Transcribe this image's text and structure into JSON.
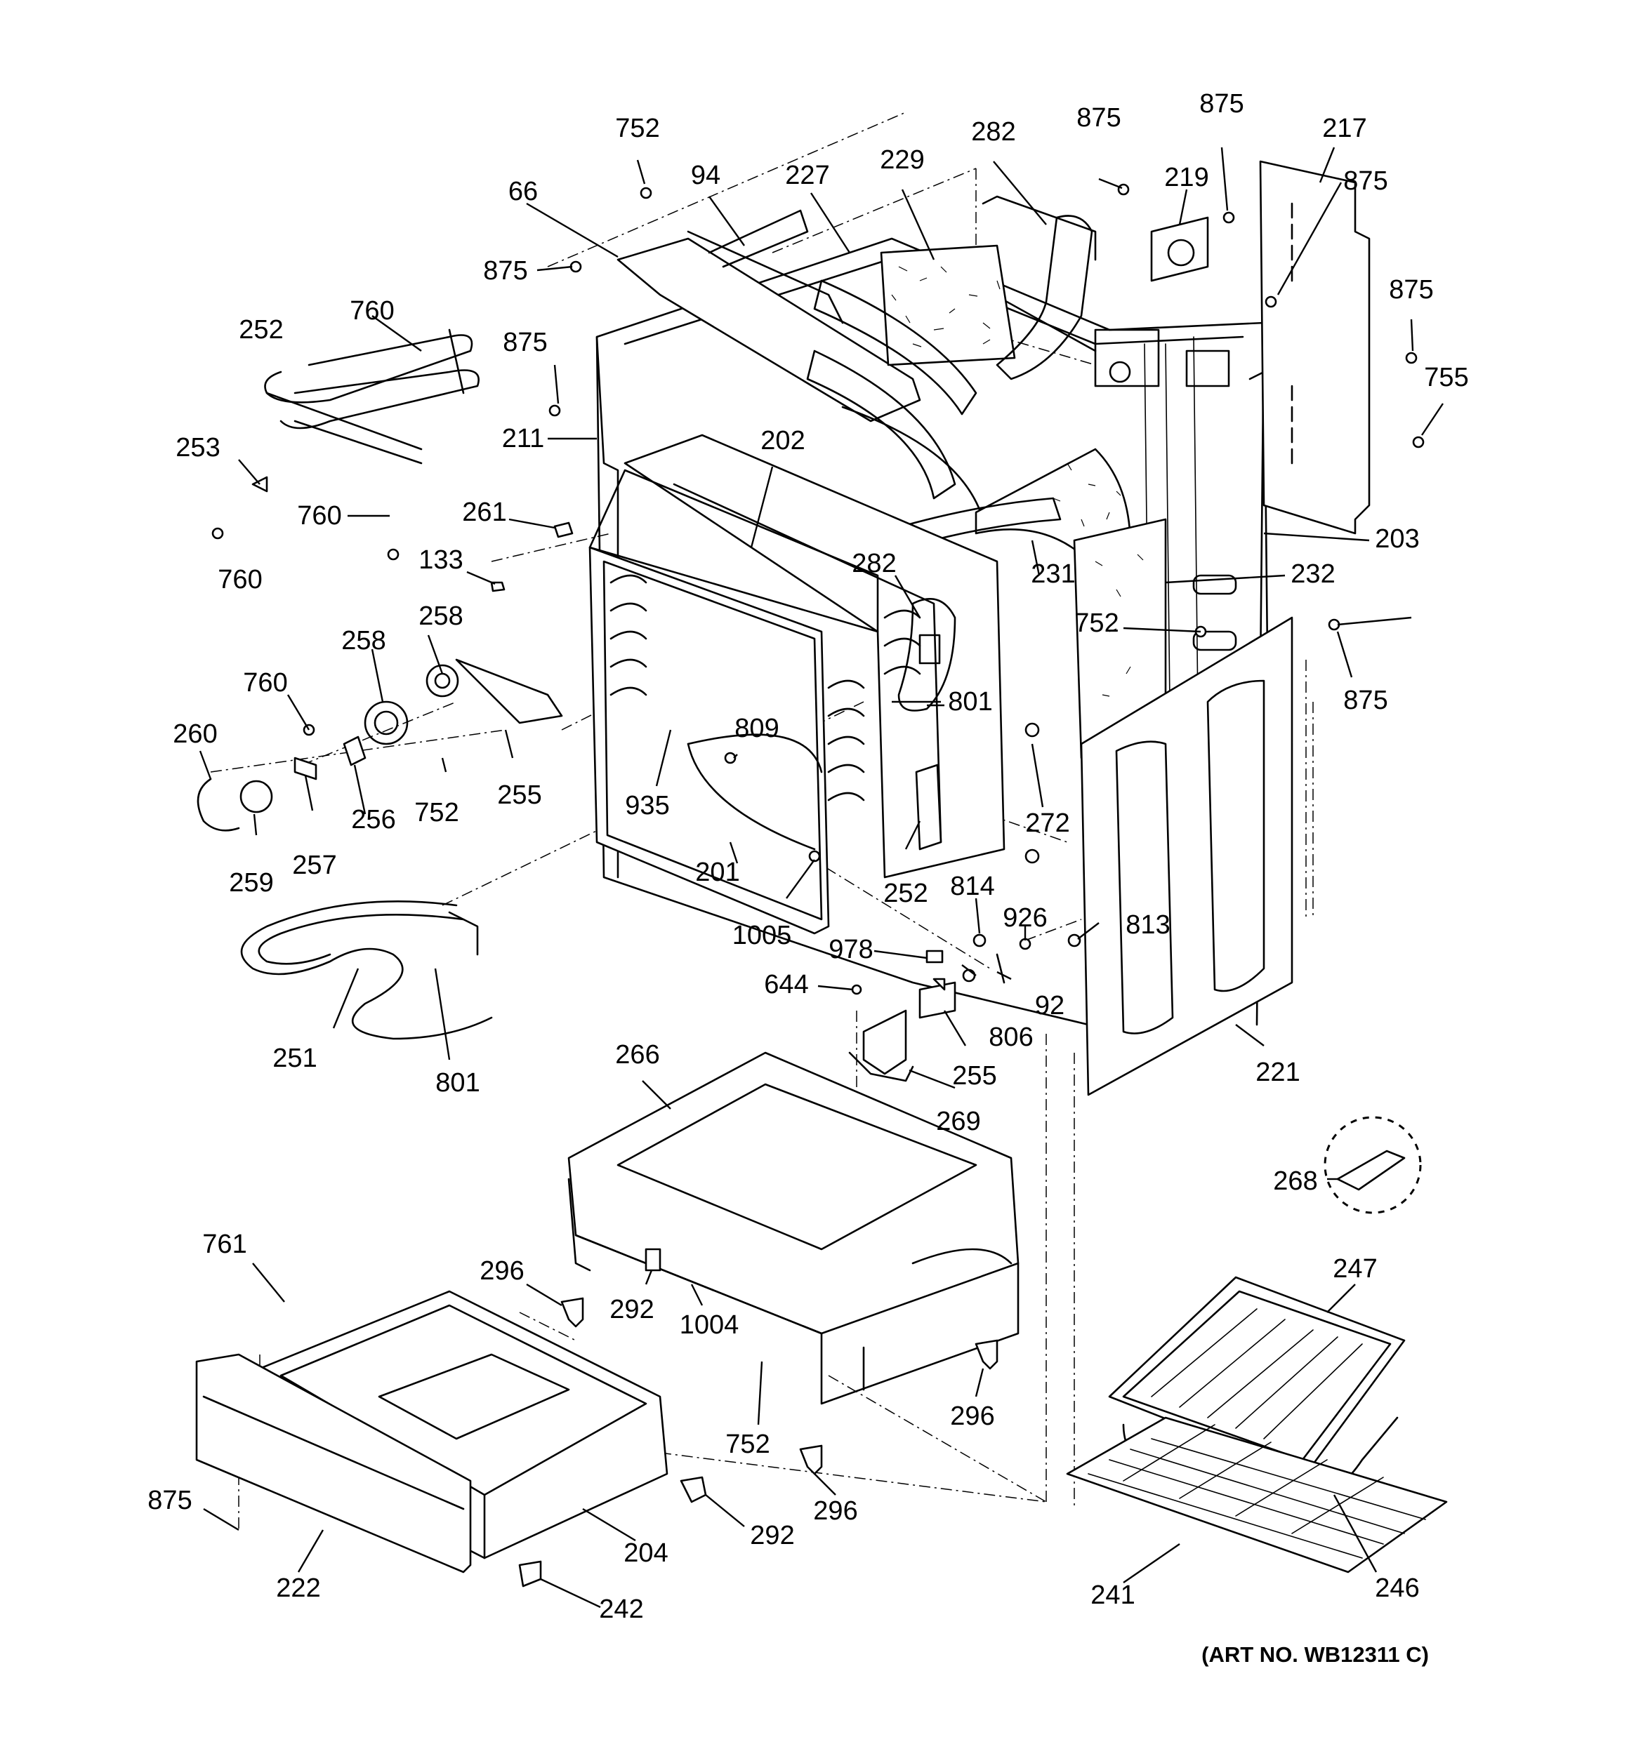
{
  "art_number": "(ART NO. WB12311 C)",
  "callouts": {
    "c752_top": "752",
    "c66": "66",
    "c94": "94",
    "c227": "227",
    "c229": "229",
    "c282_top": "282",
    "c875_a": "875",
    "c875_b": "875",
    "c219": "219",
    "c217": "217",
    "c875_c": "875",
    "c875_d": "875",
    "c755": "755",
    "c875_e": "875",
    "c760_a": "760",
    "c252_top": "252",
    "c875_f": "875",
    "c211": "211",
    "c253": "253",
    "c202": "202",
    "c760_b": "760",
    "c261": "261",
    "c760_c": "760",
    "c133": "133",
    "c231": "231",
    "c203": "203",
    "c232": "232",
    "c282_mid": "282",
    "c258_a": "258",
    "c258_b": "258",
    "c752_mid": "752",
    "c875_g": "875",
    "c760_d": "760",
    "c809": "809",
    "c801_a": "801",
    "c260": "260",
    "c255_a": "255",
    "c256": "256",
    "c752_left": "752",
    "c935": "935",
    "c272": "272",
    "c259": "259",
    "c257": "257",
    "c201": "201",
    "c252_mid": "252",
    "c814": "814",
    "c926": "926",
    "c813": "813",
    "c1005": "1005",
    "c978": "978",
    "c644": "644",
    "c92": "92",
    "c806": "806",
    "c251": "251",
    "c801_b": "801",
    "c255_b": "255",
    "c266": "266",
    "c221": "221",
    "c269": "269",
    "c268": "268",
    "c761": "761",
    "c296_a": "296",
    "c292_a": "292",
    "c1004": "1004",
    "c247": "247",
    "c752_bot": "752",
    "c296_b": "296",
    "c875_h": "875",
    "c292_b": "292",
    "c296_c": "296",
    "c204": "204",
    "c222": "222",
    "c241": "241",
    "c246": "246",
    "c242": "242"
  }
}
